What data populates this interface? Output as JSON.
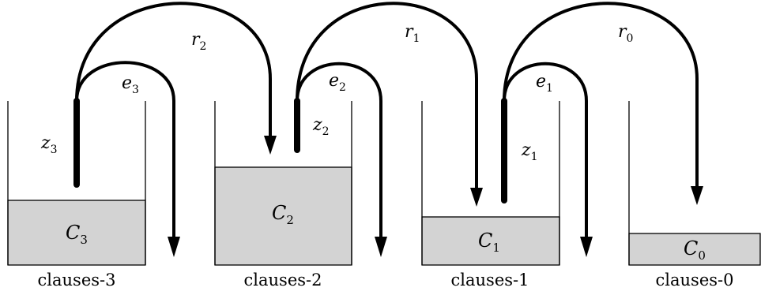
{
  "buckets": [
    {
      "name": "clauses-3",
      "content": {
        "base": "C",
        "sub": "3"
      }
    },
    {
      "name": "clauses-2",
      "content": {
        "base": "C",
        "sub": "2"
      }
    },
    {
      "name": "clauses-1",
      "content": {
        "base": "C",
        "sub": "1"
      }
    },
    {
      "name": "clauses-0",
      "content": {
        "base": "C",
        "sub": "0"
      }
    }
  ],
  "z_labels": [
    {
      "base": "z",
      "sub": "3"
    },
    {
      "base": "z",
      "sub": "2"
    },
    {
      "base": "z",
      "sub": "1"
    }
  ],
  "e_labels": [
    {
      "base": "e",
      "sub": "3"
    },
    {
      "base": "e",
      "sub": "2"
    },
    {
      "base": "e",
      "sub": "1"
    }
  ],
  "r_labels": [
    {
      "base": "r",
      "sub": "2"
    },
    {
      "base": "r",
      "sub": "1"
    },
    {
      "base": "r",
      "sub": "0"
    }
  ]
}
